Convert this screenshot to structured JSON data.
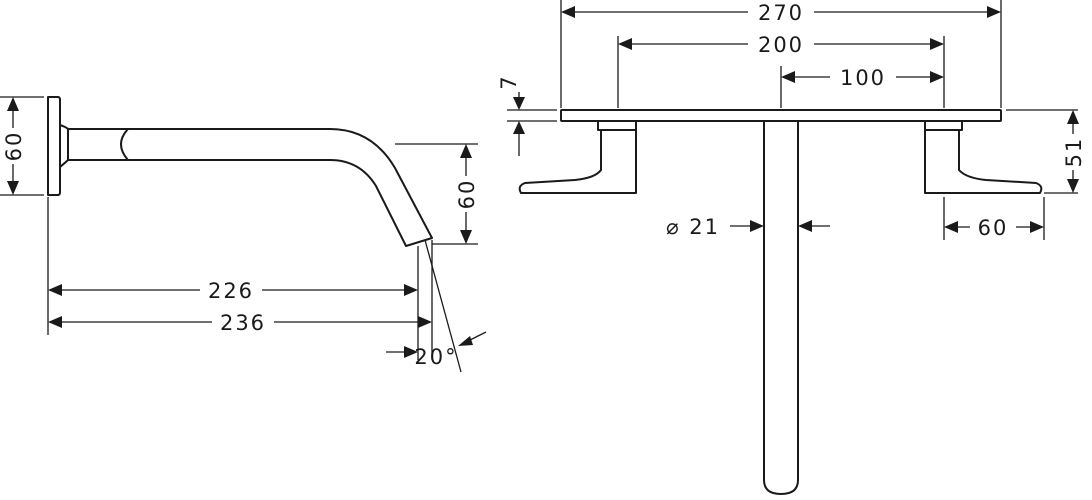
{
  "side_view": {
    "flange_height": "60",
    "spout_drop": "60",
    "reach_inner": "226",
    "reach_outer": "236",
    "outlet_angle": "20°"
  },
  "front_view": {
    "plate_width": "270",
    "handle_spacing": "200",
    "half_spacing": "100",
    "plate_thickness": "7",
    "handle_height": "51",
    "handle_depth": "60",
    "spout_diameter": "⌀ 21"
  }
}
